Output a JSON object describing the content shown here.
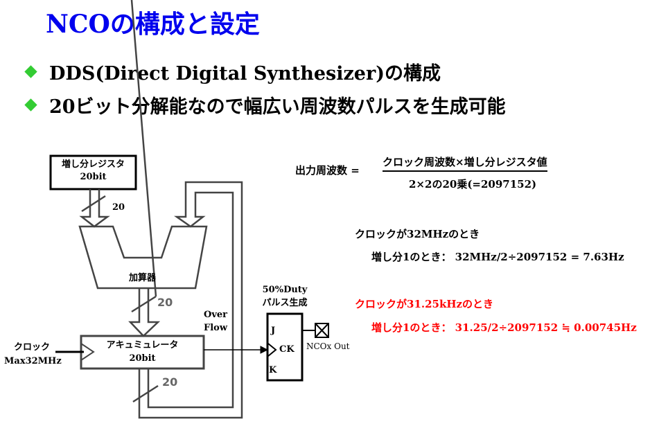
{
  "title": "NCOの構成と設定",
  "bullets": [
    "DDS(Direct Digital Synthesizer)の構成",
    "20ビット分解能なので幅広い周波数パルスを生成可能"
  ],
  "diagram": {
    "register": [
      "増し分レジスタ",
      "20bit"
    ],
    "bus_width_1": "20",
    "bus_width_2": "20",
    "bus_width_3": "20",
    "adder": "加算器",
    "accumulator": [
      "アキュミュレータ",
      "20bit"
    ],
    "clock": [
      "クロック",
      "Max32MHz"
    ],
    "overflow": [
      "Over",
      "Flow"
    ],
    "pulse_gen": [
      "50%Duty",
      "パルス生成"
    ],
    "ff_j": "J",
    "ff_ck": "CK",
    "ff_k": "K",
    "output": "NCOx Out"
  },
  "formula": {
    "lhs": "出力周波数 =",
    "numerator": "クロック周波数×増し分レジスタ値",
    "denominator": "2×2の20乗(=2097152)"
  },
  "example1": {
    "heading": "クロックが32MHzのとき",
    "calc": "増し分1のとき： 32MHz/2÷2097152 = 7.63Hz"
  },
  "example2": {
    "heading": "クロックが31.25kHzのとき",
    "calc": "増し分1のとき： 31.25/2÷2097152 ≒ 0.00745Hz"
  },
  "colors": {
    "title": "#0000ee",
    "bullet": "#33cc33",
    "highlight": "#ff0000"
  }
}
